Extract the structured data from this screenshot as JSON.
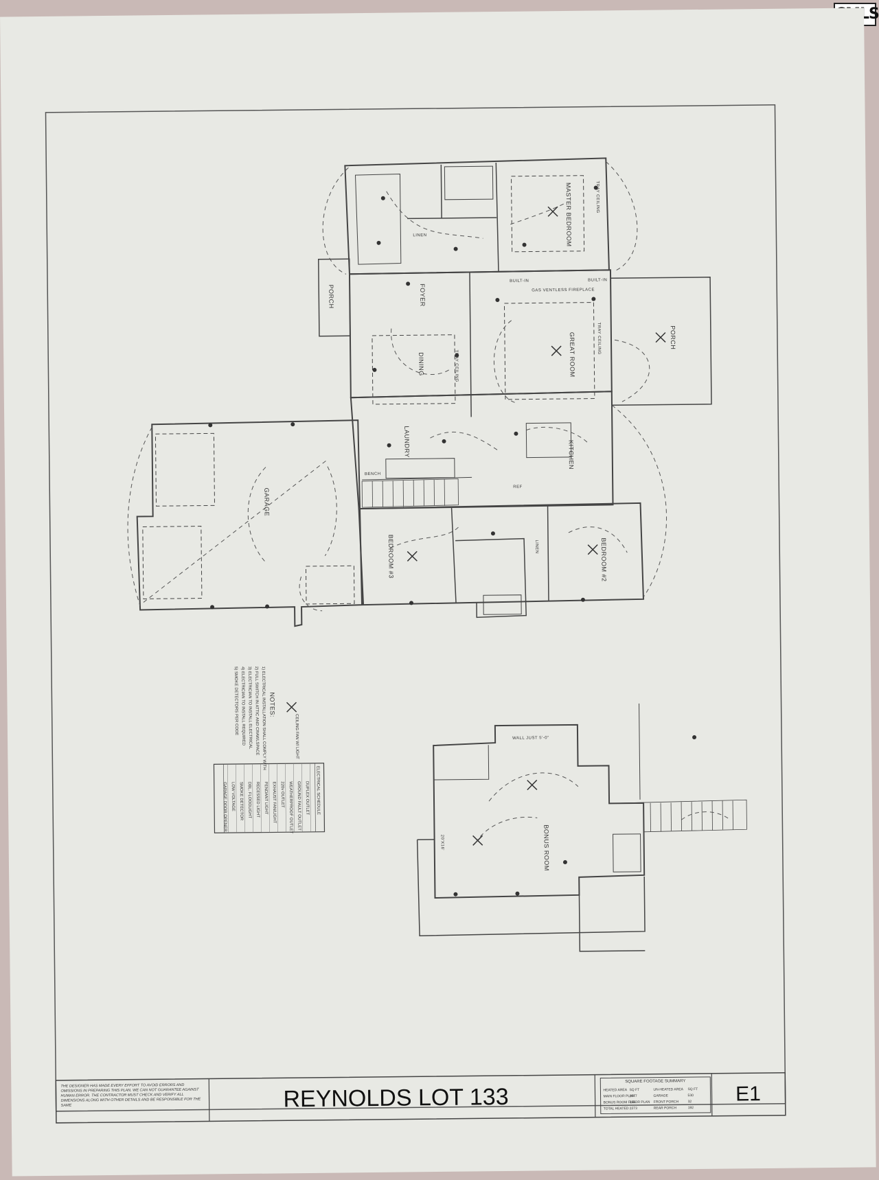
{
  "watermark": "CMLS",
  "rooms": {
    "master_bedroom": "MASTER BEDROOM",
    "porch_left": "PORCH",
    "foyer": "FOYER",
    "built_in_left": "BUILT-IN",
    "built_in_right": "BUILT-IN",
    "fireplace": "GAS VENTLESS FIREPLACE",
    "tray_ceiling_master": "TRAY CEILING",
    "great_room": "GREAT ROOM",
    "tray_ceiling_great": "TRAY CEILING",
    "porch_right": "PORCH",
    "dining": "DINING",
    "tray_ceiling_dining": "TRAY CEILING",
    "laundry": "LAUNDRY",
    "kitchen": "KITCHEN",
    "garage": "GARAGE",
    "bench": "BENCH",
    "linen_master": "LINEN",
    "linen_bed2": "LINEN",
    "ref": "REF",
    "bedroom3": "BEDROOM #3",
    "bedroom2": "BEDROOM #2",
    "bonus_room": "BONUS ROOM",
    "bonus_dim": "20'X16'",
    "attic_wall": "WALL JUST 5'-0\"",
    "ceiling_fan_legend": "CEILING FAN W/ LIGHT"
  },
  "notes": {
    "title": "NOTES:",
    "items": [
      "1) ELECTRICAL INSTALLATION SHALL COMPLY WITH",
      "2) FULL SWITCH IN ATTIC AND CRAWLSPACE",
      "3) ELECTRICIAN TO INSTALL ELECTRICAL",
      "4) ELECTRICIAN TO INSTALL REQUIRED",
      "5) SMOKE DETECTORS PER CODE"
    ]
  },
  "schedule": {
    "title": "ELECTRICAL SCHEDULE",
    "rows": [
      "DUPLEX OUTLET",
      "GROUND FAULT OUTLET",
      "WEATHERPROOF OUTLET",
      "220v OUTLET",
      "EXHAUST FAN/LIGHT",
      "PENDANT LIGHT",
      "RECESSED LIGHT",
      "DBL. FLOODLIGHT",
      "SMOKE DETECTOR",
      "LOW VOLTAGE",
      "GARAGE DOOR OPENER"
    ]
  },
  "title_block": {
    "disclaimer": "THE DESIGNER HAS MADE EVERY EFFORT TO AVOID ERRORS AND OMISSIONS IN PREPARING THIS PLAN. WE CAN NOT GUARANTEE AGAINST HUMAN ERROR. THE CONTRACTOR MUST CHECK AND VERIFY ALL DIMENSIONS ALONG WITH OTHER DETAILS AND BE RESPONSIBLE FOR THE SAME",
    "project": "REYNOLDS LOT 133",
    "sheet": "E1",
    "sqft": {
      "title": "SQUARE FOOTAGE SUMMARY",
      "rows": [
        [
          "HEATED AREA",
          "SQ FT",
          "UN-HEATED AREA",
          "SQ FT"
        ],
        [
          "MAIN FLOOR PLAN",
          "1877",
          "GARAGE",
          "530"
        ],
        [
          "BONUS ROOM FLOOR PLAN",
          "396",
          "FRONT PORCH",
          "32"
        ],
        [
          "TOTAL HEATED",
          "2273",
          "REAR PORCH",
          "192"
        ]
      ]
    }
  }
}
